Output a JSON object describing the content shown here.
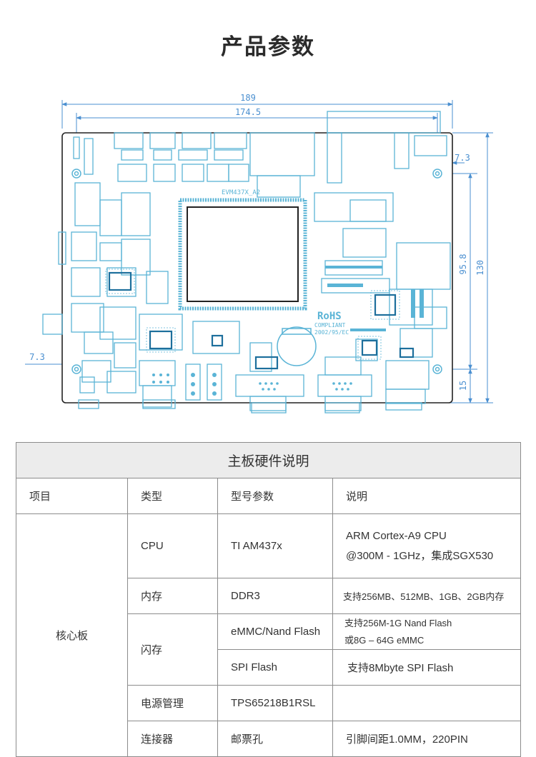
{
  "page": {
    "title": "产品参数"
  },
  "board": {
    "dim_total_width": "189",
    "dim_hole_width": "174.5",
    "dim_right_top": "7.3",
    "dim_hole_height": "95.8",
    "dim_total_height": "130",
    "dim_left": "7.3",
    "dim_bottom": "15",
    "silk_model": "EVM437X_A2",
    "rohs": "RoHS",
    "rohs_compliant": "COMPLIANT",
    "rohs_directive": "2002/95/EC",
    "line_color": "#4a8fd0",
    "silk_color": "#5ab4d6"
  },
  "table": {
    "caption": "主板硬件说明",
    "headers": [
      "项目",
      "类型",
      "型号参数",
      "说明"
    ],
    "group": "核心板",
    "rows": {
      "cpu": {
        "type": "CPU",
        "model": "TI AM437x",
        "desc1": "ARM Cortex-A9 CPU",
        "desc2": "@300M - 1GHz，集成SGX530"
      },
      "mem": {
        "type": "内存",
        "model": "DDR3",
        "desc": "支持256MB、512MB、1GB、2GB内存"
      },
      "flash": {
        "type": "闪存",
        "emmc_model": "eMMC/Nand Flash",
        "emmc_desc1": "支持256M-1G Nand Flash",
        "emmc_desc2": "或8G – 64G eMMC",
        "spi_model": "SPI Flash",
        "spi_desc": "支持8Mbyte SPI Flash"
      },
      "power": {
        "type": "电源管理",
        "model": "TPS65218B1RSL",
        "desc": ""
      },
      "conn": {
        "type": "连接器",
        "model": "邮票孔",
        "desc": "引脚间距1.0MM，220PIN"
      }
    }
  }
}
